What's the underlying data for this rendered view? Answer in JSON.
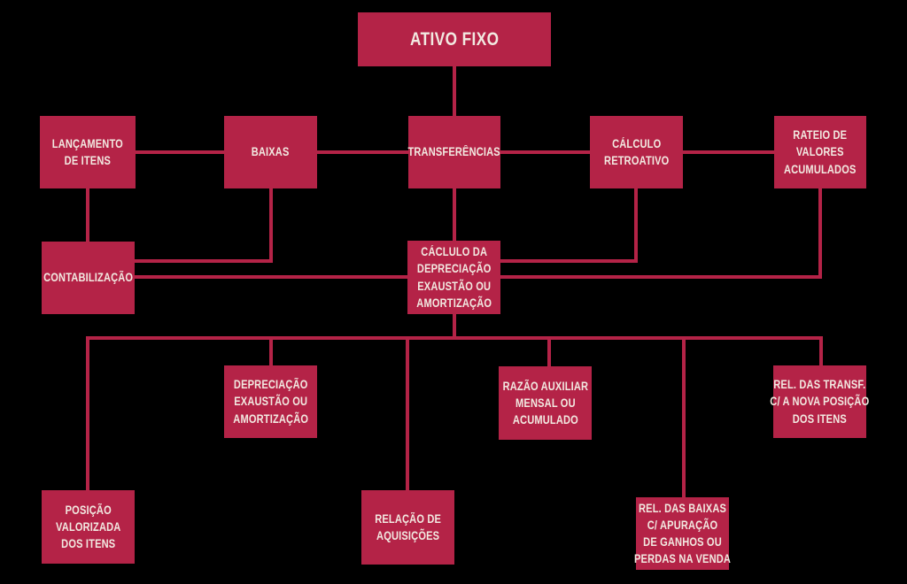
{
  "colors": {
    "background": "#000000",
    "box": "#B42347",
    "line": "#B42347",
    "text": "#F2E9E1"
  },
  "diagram": {
    "type": "flowchart",
    "language": "pt-BR",
    "nodes": [
      {
        "id": "ativo-fixo",
        "label": "ATIVO FIXO"
      },
      {
        "id": "lancamento-de-itens",
        "label": "LANÇAMENTO\nDE ITENS"
      },
      {
        "id": "baixas",
        "label": "BAIXAS"
      },
      {
        "id": "transferencias",
        "label": "TRANSFERÊNCIAS"
      },
      {
        "id": "calculo-retroativo",
        "label": "CÁLCULO\nRETROATIVO"
      },
      {
        "id": "rateio-valores",
        "label": "RATEIO DE\nVALORES\nACUMULADOS"
      },
      {
        "id": "contabilizacao",
        "label": "CONTABILIZAÇÃO"
      },
      {
        "id": "caclulo-depreciacao",
        "label": "CÁCLULO DA\nDEPRECIAÇÃO\nEXAUSTÃO OU\nAMORTIZAÇÃO"
      },
      {
        "id": "depreciacao-exaustao",
        "label": "DEPRECIAÇÃO\nEXAUSTÃO OU\nAMORTIZAÇÃO"
      },
      {
        "id": "razao-auxiliar",
        "label": "RAZÃO AUXILIAR\nMENSAL OU\nACUMULADO"
      },
      {
        "id": "rel-transf",
        "label": "REL. DAS TRANSF.\nC/ A NOVA POSIÇÃO\nDOS ITENS"
      },
      {
        "id": "posicao-valorizada",
        "label": "POSIÇÃO\nVALORIZADA\nDOS ITENS"
      },
      {
        "id": "relacao-aquisicoes",
        "label": "RELAÇÃO DE\nAQUISIÇÕES"
      },
      {
        "id": "rel-baixas",
        "label": "REL. DAS BAIXAS\nC/ APURAÇÃO\nDE GANHOS OU\nPERDAS NA VENDA"
      }
    ],
    "edges": [
      {
        "from": "ativo-fixo",
        "to": "transferencias"
      },
      {
        "from": "lancamento-de-itens",
        "to": "baixas"
      },
      {
        "from": "baixas",
        "to": "transferencias"
      },
      {
        "from": "transferencias",
        "to": "calculo-retroativo"
      },
      {
        "from": "calculo-retroativo",
        "to": "rateio-valores"
      },
      {
        "from": "lancamento-de-itens",
        "to": "contabilizacao"
      },
      {
        "from": "baixas",
        "to": "contabilizacao"
      },
      {
        "from": "transferencias",
        "to": "caclulo-depreciacao"
      },
      {
        "from": "calculo-retroativo",
        "to": "caclulo-depreciacao"
      },
      {
        "from": "rateio-valores",
        "to": "caclulo-depreciacao"
      },
      {
        "from": "contabilizacao",
        "to": "caclulo-depreciacao"
      },
      {
        "from": "caclulo-depreciacao",
        "to": "depreciacao-exaustao"
      },
      {
        "from": "caclulo-depreciacao",
        "to": "razao-auxiliar"
      },
      {
        "from": "caclulo-depreciacao",
        "to": "rel-transf"
      },
      {
        "from": "caclulo-depreciacao",
        "to": "posicao-valorizada"
      },
      {
        "from": "caclulo-depreciacao",
        "to": "relacao-aquisicoes"
      },
      {
        "from": "caclulo-depreciacao",
        "to": "rel-baixas"
      }
    ]
  }
}
